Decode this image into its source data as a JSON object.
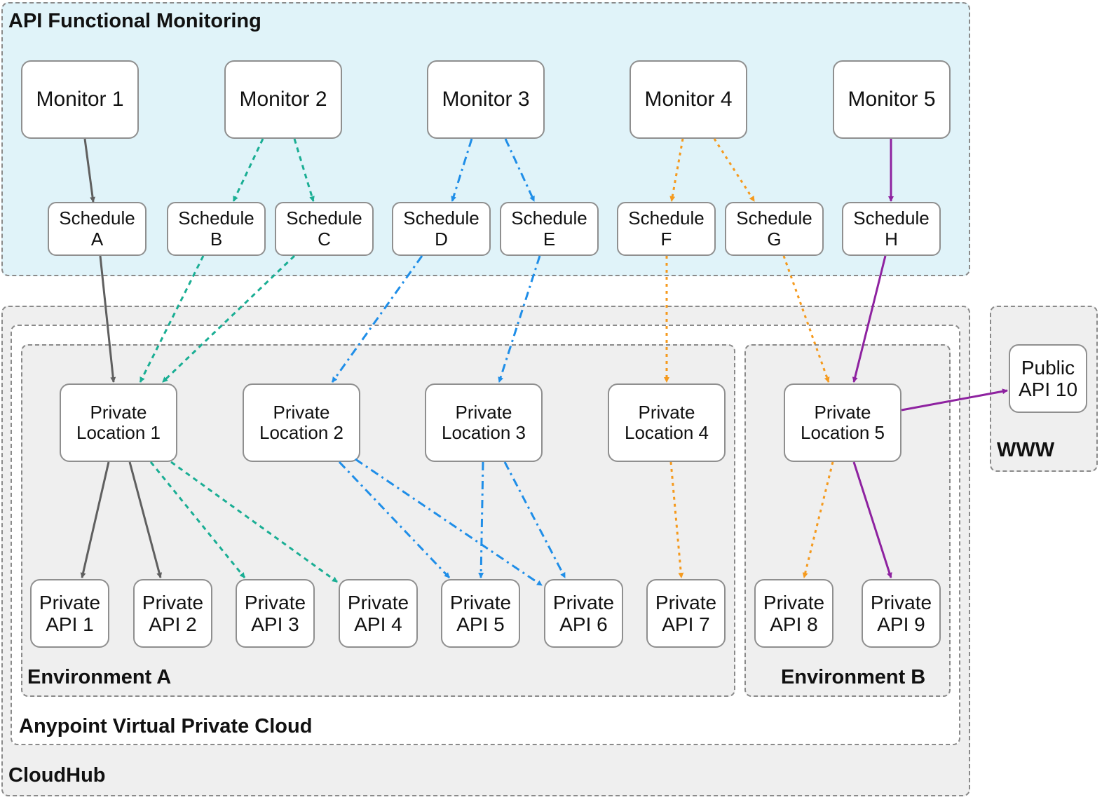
{
  "regions": {
    "api_functional_monitoring": "API Functional Monitoring",
    "cloudhub": "CloudHub",
    "anypoint_vpc": "Anypoint Virtual Private Cloud",
    "environment_a": "Environment A",
    "environment_b": "Environment B",
    "www": "WWW"
  },
  "monitors": [
    "Monitor 1",
    "Monitor 2",
    "Monitor 3",
    "Monitor 4",
    "Monitor 5"
  ],
  "schedules": [
    [
      "Schedule",
      "A"
    ],
    [
      "Schedule",
      "B"
    ],
    [
      "Schedule",
      "C"
    ],
    [
      "Schedule",
      "D"
    ],
    [
      "Schedule",
      "E"
    ],
    [
      "Schedule",
      "F"
    ],
    [
      "Schedule",
      "G"
    ],
    [
      "Schedule",
      "H"
    ]
  ],
  "private_locations": [
    [
      "Private",
      "Location 1"
    ],
    [
      "Private",
      "Location 2"
    ],
    [
      "Private",
      "Location 3"
    ],
    [
      "Private",
      "Location 4"
    ],
    [
      "Private",
      "Location 5"
    ]
  ],
  "private_apis": [
    [
      "Private",
      "API 1"
    ],
    [
      "Private",
      "API 2"
    ],
    [
      "Private",
      "API 3"
    ],
    [
      "Private",
      "API 4"
    ],
    [
      "Private",
      "API 5"
    ],
    [
      "Private",
      "API 6"
    ],
    [
      "Private",
      "API 7"
    ],
    [
      "Private",
      "API 8"
    ],
    [
      "Private",
      "API 9"
    ]
  ],
  "public_api": [
    "Public",
    "API 10"
  ],
  "colors": {
    "monitoring_bg": "#e0f3f9",
    "cloud_bg": "#efefef",
    "monitor_1": "#5f5f5f",
    "monitor_2": "#1aae94",
    "monitor_3": "#1f8ee8",
    "monitor_4": "#f59a1e",
    "monitor_5": "#8e22a0"
  }
}
